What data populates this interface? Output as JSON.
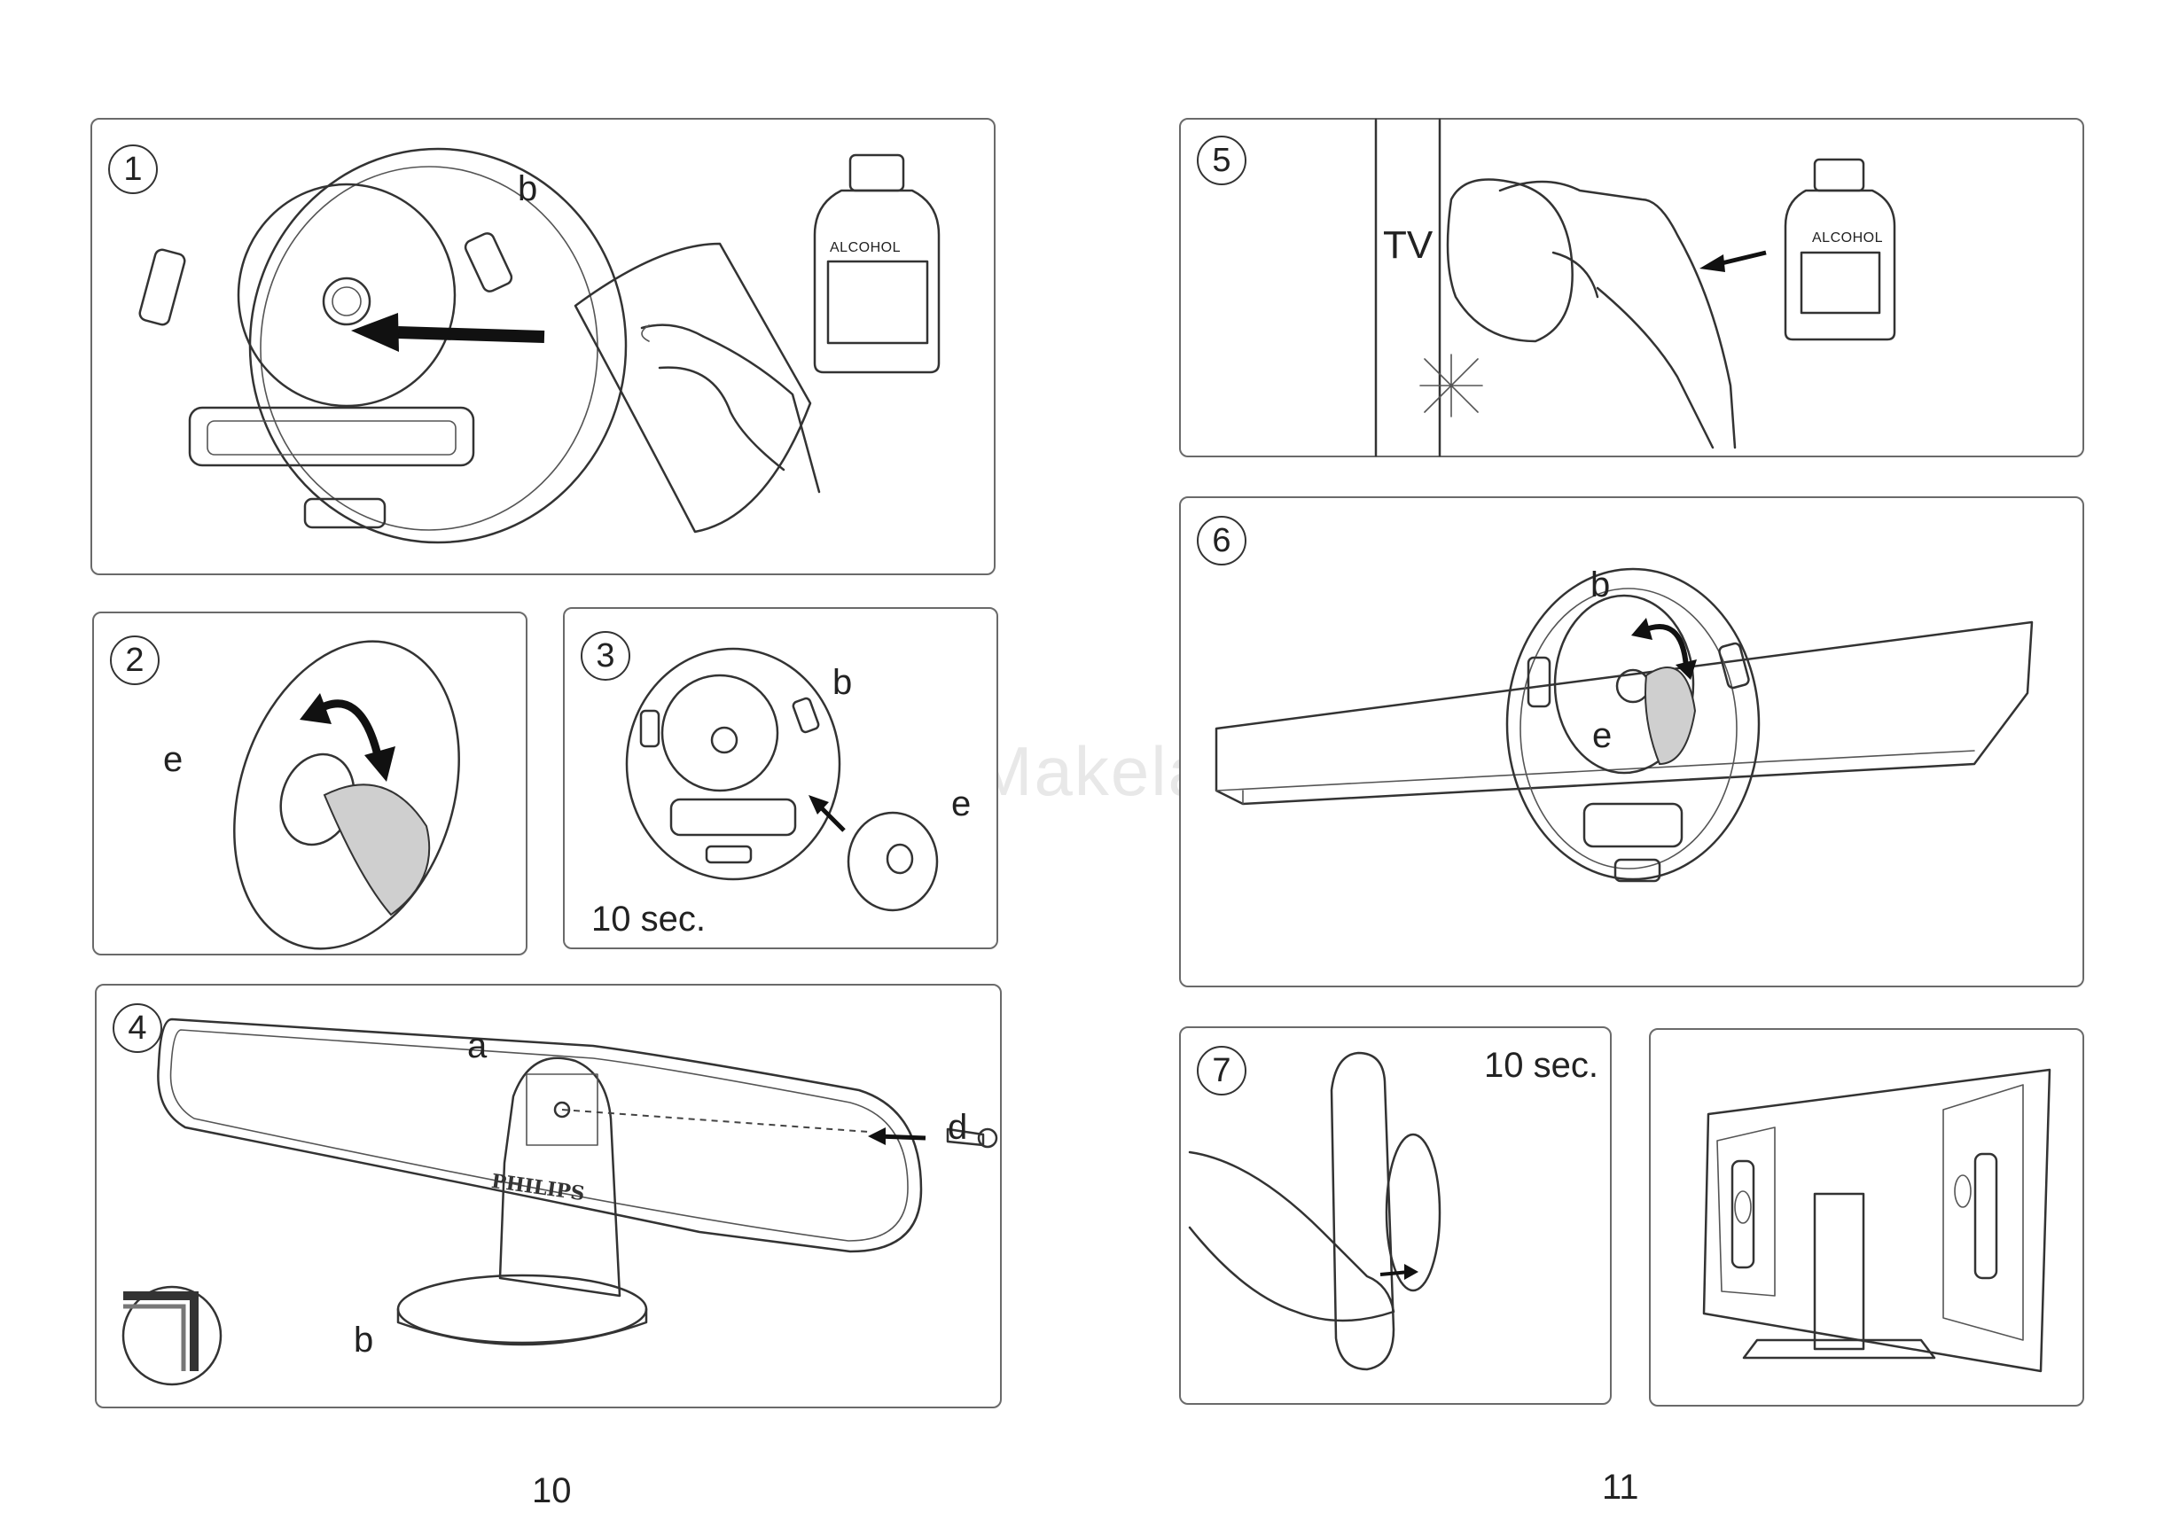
{
  "watermark": "©Makelam",
  "pages": [
    {
      "number": "10"
    },
    {
      "number": "11"
    }
  ],
  "panels": {
    "p1": {
      "step": "1",
      "labels": [
        "b"
      ],
      "bottle_label": "ALCOHOL"
    },
    "p2": {
      "step": "2",
      "labels": [
        "e"
      ]
    },
    "p3": {
      "step": "3",
      "labels": [
        "b",
        "e"
      ],
      "duration": "10 sec."
    },
    "p4": {
      "step": "4",
      "labels": [
        "a",
        "d",
        "b"
      ],
      "brand": "PHILIPS"
    },
    "p5": {
      "step": "5",
      "tv_label": "TV",
      "bottle_label": "ALCOHOL"
    },
    "p6": {
      "step": "6",
      "labels": [
        "b",
        "e"
      ]
    },
    "p7": {
      "step": "7",
      "duration": "10 sec."
    },
    "p8": {}
  }
}
